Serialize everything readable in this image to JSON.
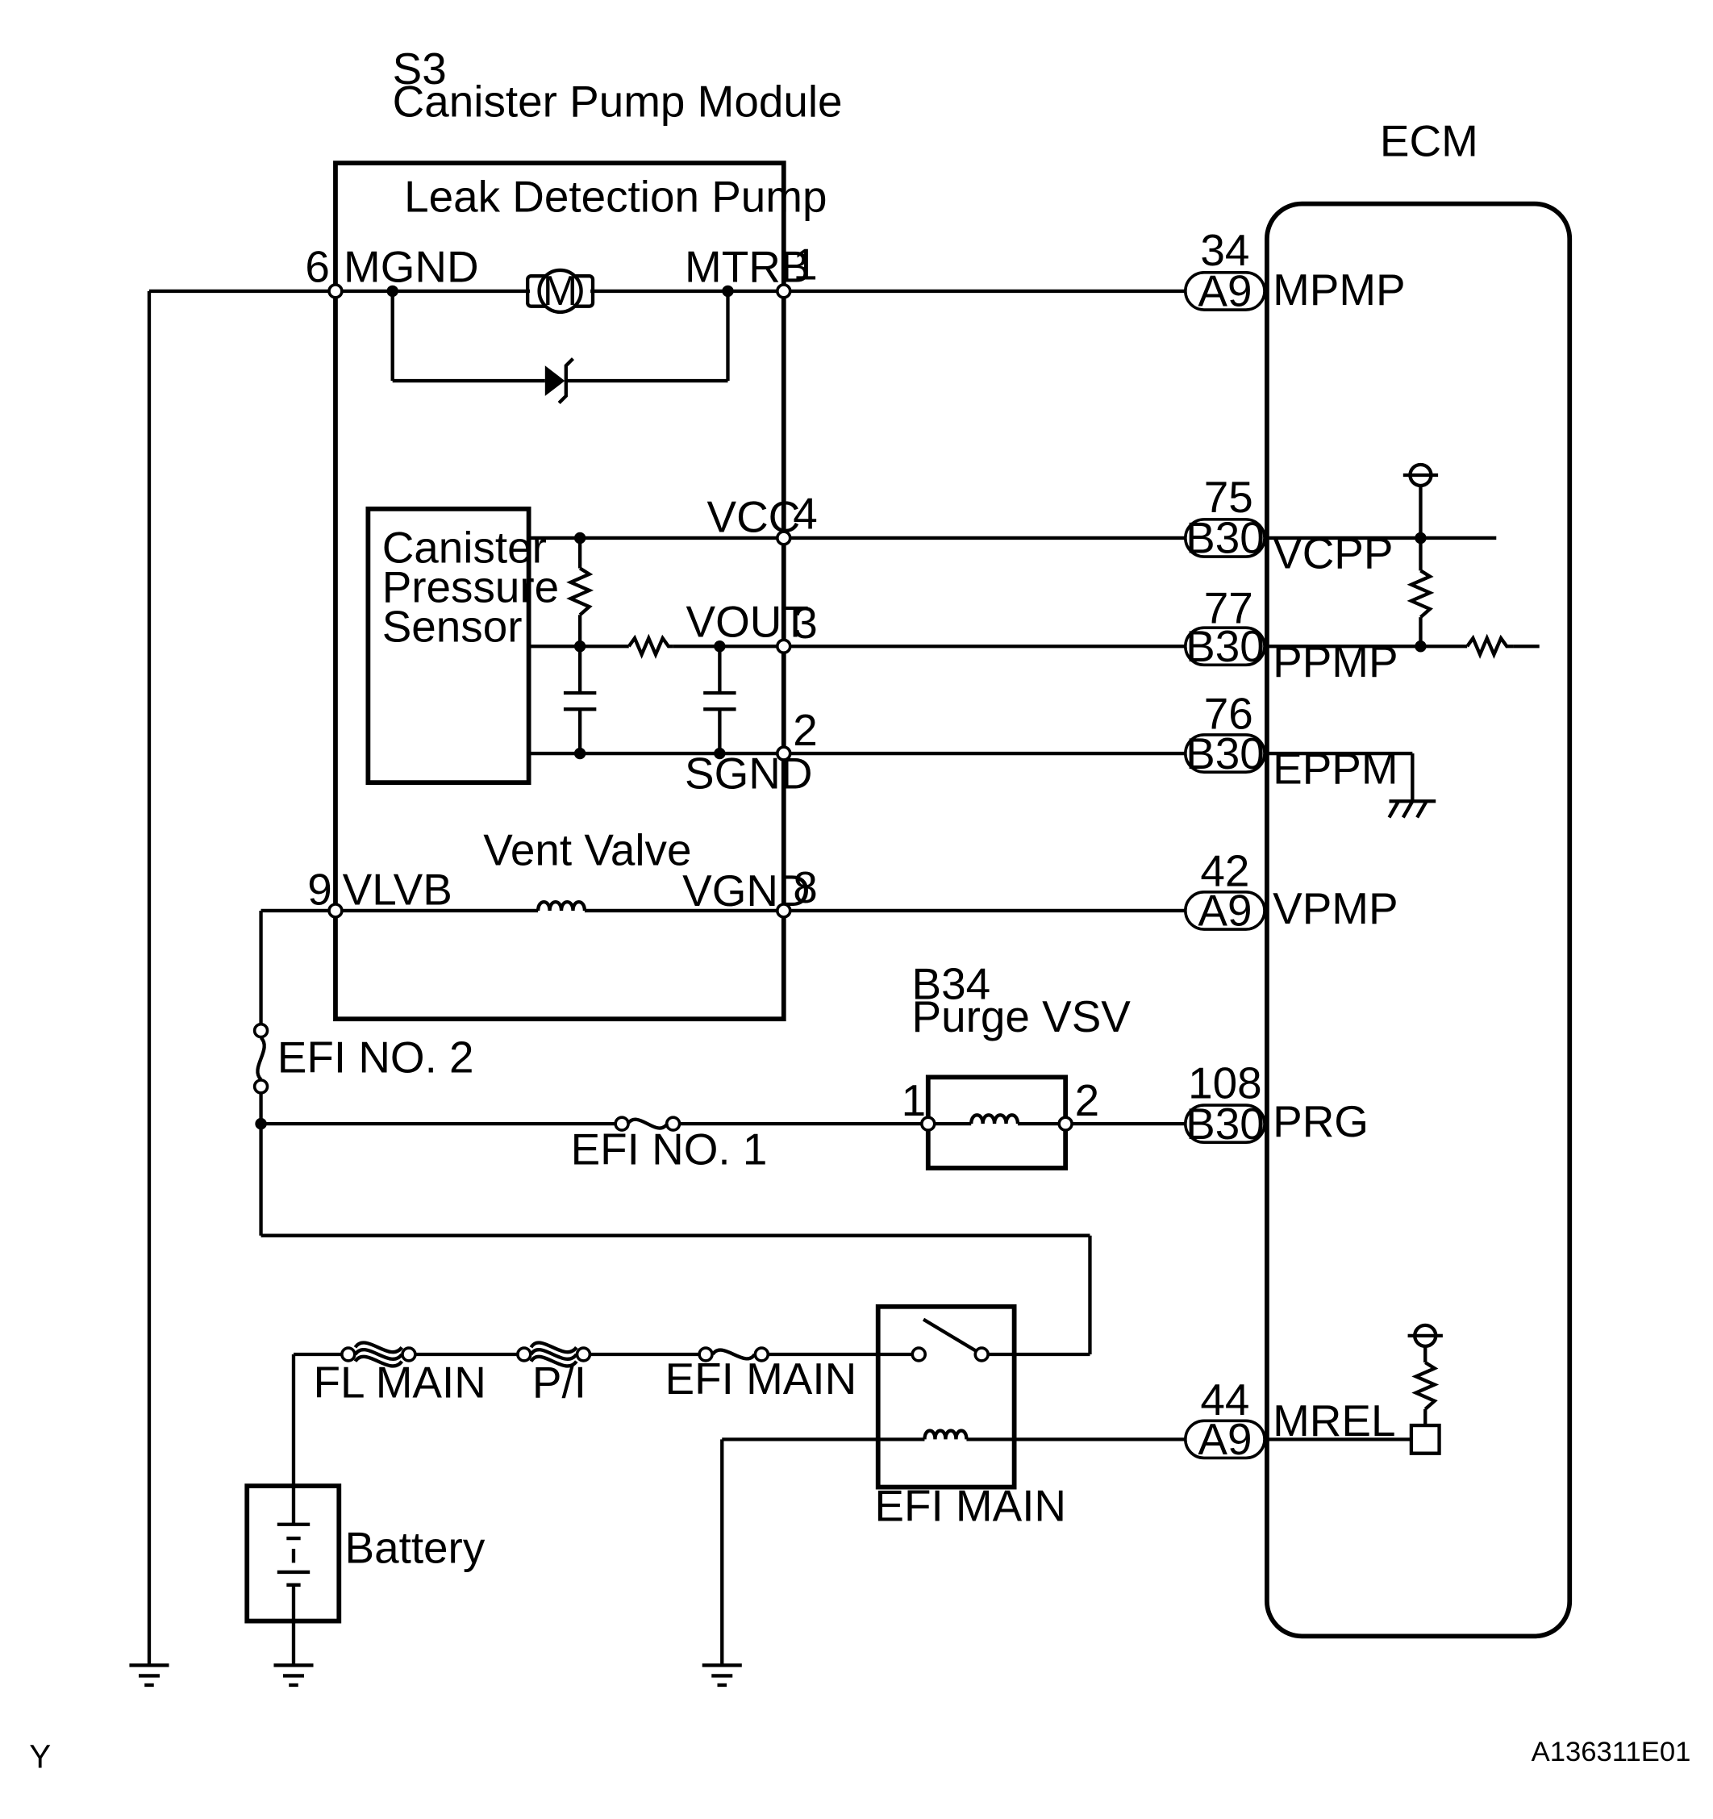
{
  "module": {
    "code": "S3",
    "name": "Canister Pump Module"
  },
  "ecm_label": "ECM",
  "pump_label": "Leak Detection Pump",
  "motor_symbol": "M",
  "sensor_label": [
    "Canister",
    "Pressure",
    "Sensor"
  ],
  "vent_valve_label": "Vent Valve",
  "module_terminals": {
    "mgnd": {
      "num": "6",
      "name": "MGND"
    },
    "mtrb": {
      "num": "1",
      "name": "MTRB"
    },
    "vcc": {
      "num": "4",
      "name": "VCC"
    },
    "vout": {
      "num": "3",
      "name": "VOUT"
    },
    "sgnd": {
      "num": "2",
      "name": "SGND"
    },
    "vlvb": {
      "num": "9",
      "name": "VLVB"
    },
    "vgnd": {
      "num": "8",
      "name": "VGND"
    }
  },
  "ecm_pins": [
    {
      "num": "34",
      "conn": "A9",
      "name": "MPMP"
    },
    {
      "num": "75",
      "conn": "B30",
      "name": "VCPP"
    },
    {
      "num": "77",
      "conn": "B30",
      "name": "PPMP"
    },
    {
      "num": "76",
      "conn": "B30",
      "name": "EPPM"
    },
    {
      "num": "42",
      "conn": "A9",
      "name": "VPMP"
    },
    {
      "num": "108",
      "conn": "B30",
      "name": "PRG"
    },
    {
      "num": "44",
      "conn": "A9",
      "name": "MREL"
    }
  ],
  "purge_vsv": {
    "code": "B34",
    "name": "Purge VSV",
    "pin1": "1",
    "pin2": "2"
  },
  "fuses": {
    "efi_no2": "EFI NO. 2",
    "efi_no1": "EFI NO. 1",
    "fl_main": "FL MAIN",
    "pi": "P/I",
    "efi_main": "EFI MAIN"
  },
  "relay_label": "EFI MAIN",
  "battery_label": "Battery",
  "corner_left": "Y",
  "figure_code": "A136311E01"
}
